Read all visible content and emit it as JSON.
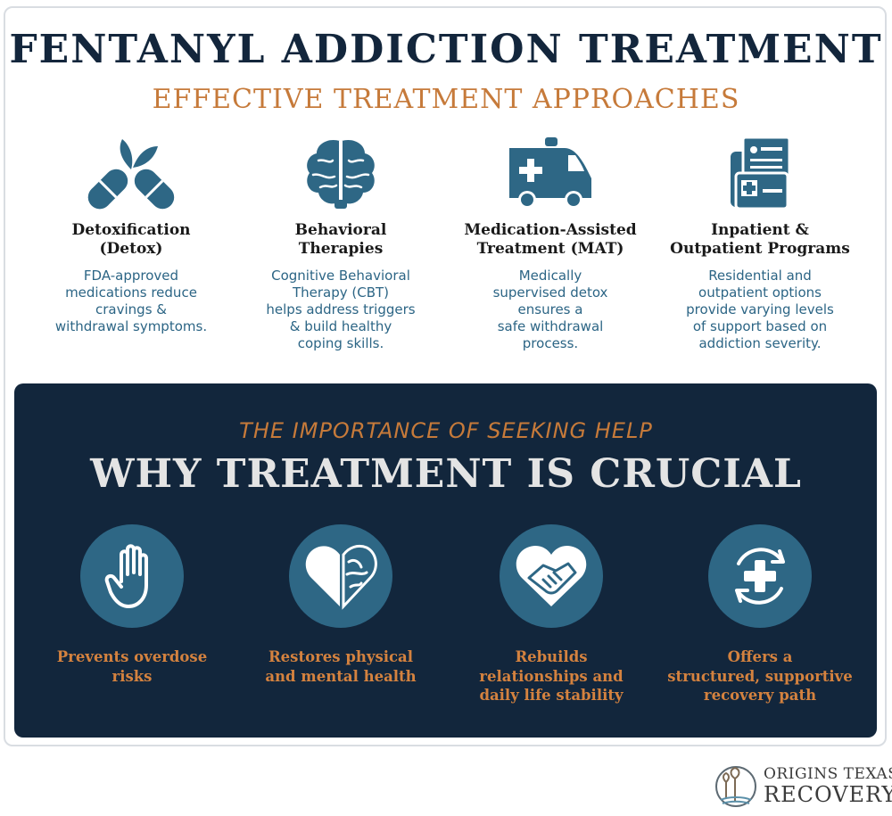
{
  "header": {
    "title": "FENTANYL ADDICTION TREATMENT",
    "subtitle": "EFFECTIVE TREATMENT APPROACHES"
  },
  "approaches": [
    {
      "icon": "capsule-leaf-icon",
      "heading": "Detoxification\n(Detox)",
      "body": "FDA-approved\nmedications reduce\ncravings &\nwithdrawal symptoms."
    },
    {
      "icon": "brain-icon",
      "heading": "Behavioral\nTherapies",
      "body": "Cognitive Behavioral\nTherapy (CBT)\nhelps address triggers\n& build healthy\ncoping skills."
    },
    {
      "icon": "ambulance-icon",
      "heading": "Medication-Assisted\nTreatment (MAT)",
      "body": "Medically\nsupervised detox\nensures a\nsafe withdrawal\nprocess."
    },
    {
      "icon": "medical-records-icon",
      "heading": "Inpatient &\nOutpatient Programs",
      "body": "Residential and\noutpatient options\nprovide varying levels\nof support based on\naddiction severity."
    }
  ],
  "crucial": {
    "kicker": "THE IMPORTANCE OF SEEKING HELP",
    "title": "WHY TREATMENT IS CRUCIAL",
    "reasons": [
      {
        "icon": "stop-hand-icon",
        "label": "Prevents overdose\nrisks"
      },
      {
        "icon": "heart-brain-icon",
        "label": "Restores physical\nand mental health"
      },
      {
        "icon": "heart-handshake-icon",
        "label": "Rebuilds\nrelationships and\ndaily life stability"
      },
      {
        "icon": "recovery-cycle-icon",
        "label": "Offers a\nstructured, supportive\nrecovery path"
      }
    ]
  },
  "brand": {
    "line1": "ORIGINS TEXAS",
    "line2": "RECOVERY"
  },
  "colors": {
    "navy": "#13263c",
    "accent": "#c67a3a",
    "teal": "#2e6785"
  }
}
